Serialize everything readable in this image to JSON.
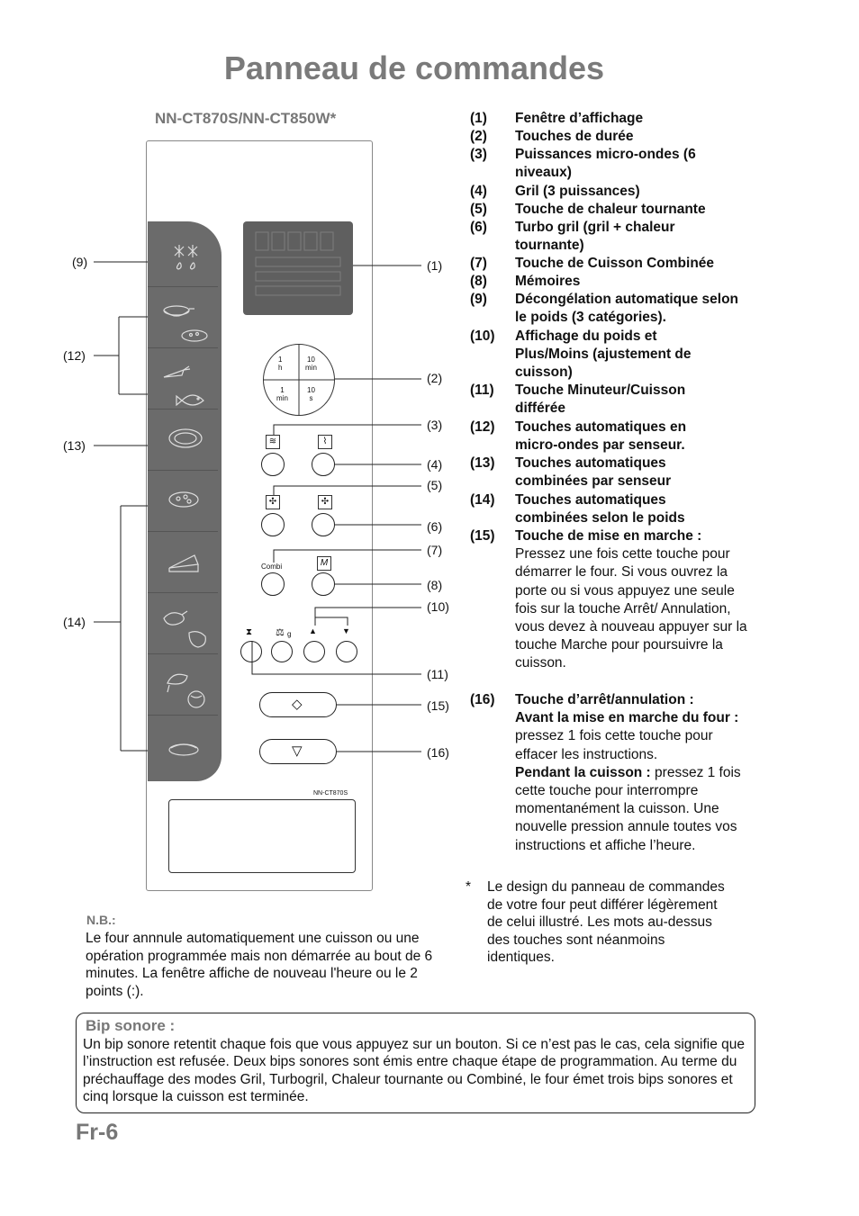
{
  "title": "Panneau de commandes",
  "model": "NN-CT870S/NN-CT850W*",
  "panel": {
    "dial": {
      "tl": [
        "1",
        "h"
      ],
      "tr": [
        "10",
        "min"
      ],
      "bl": [
        "1",
        "min"
      ],
      "br": [
        "10",
        "s"
      ]
    },
    "combi_label": "Combi",
    "memory_label": "M",
    "weight_label": "g",
    "model_tag": "NN-CT870S"
  },
  "callouts": [
    "(1)",
    "(2)",
    "(3)",
    "(4)",
    "(5)",
    "(6)",
    "(7)",
    "(8)",
    "(9)",
    "(10)",
    "(11)",
    "(12)",
    "(13)",
    "(14)",
    "(15)",
    "(16)"
  ],
  "legend": [
    {
      "num": "(1)",
      "text": "Fenêtre d’affichage"
    },
    {
      "num": "(2)",
      "text": "Touches de durée"
    },
    {
      "num": "(3)",
      "text": "Puissances micro-ondes (6 niveaux)"
    },
    {
      "num": "(4)",
      "text": "Gril (3 puissances)"
    },
    {
      "num": "(5)",
      "text": "Touche de chaleur tournante"
    },
    {
      "num": "(6)",
      "text": "Turbo gril (gril + chaleur tournante)"
    },
    {
      "num": "(7)",
      "text": "Touche de Cuisson Combinée"
    },
    {
      "num": "(8)",
      "text": "Mémoires"
    },
    {
      "num": "(9)",
      "text": "Décongélation automatique selon le poids (3 catégories)."
    },
    {
      "num": "(10)",
      "text": "Affichage du poids et Plus/Moins (ajustement de cuisson)"
    },
    {
      "num": "(11)",
      "text": "Touche Minuteur/Cuisson différée"
    },
    {
      "num": "(12)",
      "text": "Touches automatiques en micro-ondes par senseur."
    },
    {
      "num": "(13)",
      "text": "Touches automatiques combinées par senseur"
    },
    {
      "num": "(14)",
      "text": "Touches automatiques combinées selon le poids"
    },
    {
      "num": "(15)",
      "text": "Touche de mise en marche :",
      "desc": "Pressez une fois cette touche pour démarrer le four. Si vous ouvrez la porte ou si vous appuyez une seule fois sur la touche Arrêt/ Annulation, vous devez à nouveau appuyer sur la touche Marche pour poursuivre la cuisson."
    },
    {
      "num": "(16)",
      "text": "Touche d’arrêt/annulation :",
      "b1": "Avant la mise en marche du four :",
      "d1": "pressez 1 fois cette touche pour effacer les instructions.",
      "b2": "Pendant la cuisson :",
      "d2": "pressez 1 fois cette touche pour interrompre momentanément la cuisson. Une nouvelle pression annule toutes vos instructions et affiche l’heure."
    }
  ],
  "footnote": {
    "star": "*",
    "text": "Le design du panneau de commandes de votre four peut différer légèrement de celui illustré. Les mots au-dessus des touches sont néanmoins identiques."
  },
  "nb": {
    "label": "N.B.:",
    "text": "Le four annnule automatiquement une cuisson ou une opération programmée mais non démarrée au bout de 6 minutes. La fenêtre affiche de nouveau l'heure ou le 2 points (:)."
  },
  "bip": {
    "label": "Bip sonore :",
    "text": "Un bip sonore retentit chaque fois que vous appuyez sur un bouton. Si ce n’est pas le cas, cela signifie que l’instruction est refusée. Deux bips sonores sont émis entre chaque étape de programmation. Au terme du préchauffage des modes Gril, Turbogril, Chaleur tournante ou Combiné, le four émet trois bips sonores et cinq lorsque la cuisson est terminée."
  },
  "page_number": "Fr-6"
}
